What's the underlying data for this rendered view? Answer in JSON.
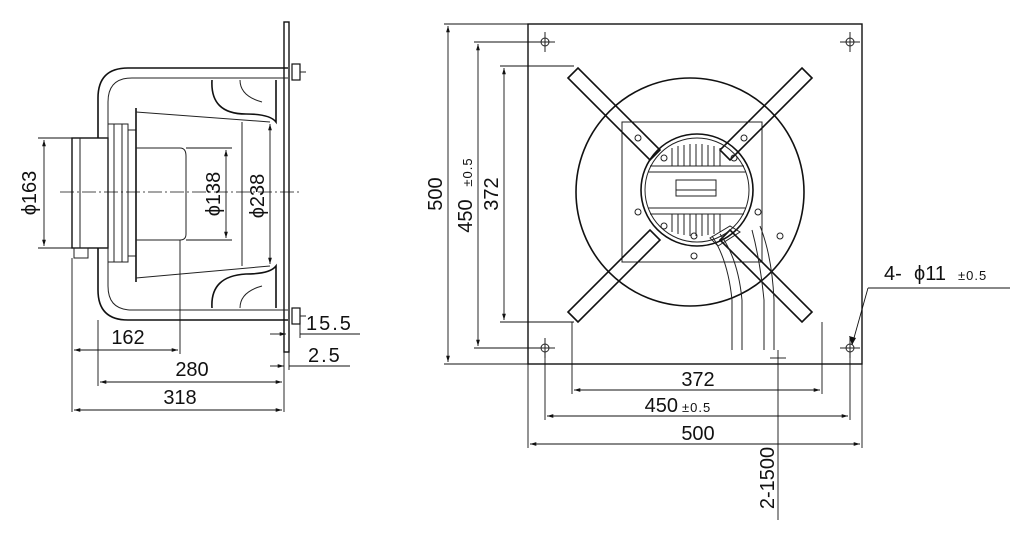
{
  "side_view": {
    "dim_shaft_diameter": "ϕ163",
    "dim_motor_diameter": "ϕ138",
    "dim_inlet_diameter": "ϕ238",
    "dim_162": "162",
    "dim_280": "280",
    "dim_318": "318",
    "dim_15_5": "15.5",
    "dim_2_5": "2.5"
  },
  "front_view": {
    "dim_500_vertical": "500",
    "dim_450_vertical": "450",
    "dim_450_vertical_tol": "±0.5",
    "dim_372_vertical": "372",
    "dim_372_horizontal": "372",
    "dim_450_horizontal": "450",
    "dim_450_horizontal_tol": "±0.5",
    "dim_500_horizontal": "500",
    "dim_holes_prefix": "4-",
    "dim_holes_value": "ϕ11",
    "dim_holes_tol": "±0.5",
    "dim_cable_length": "2-1500"
  }
}
